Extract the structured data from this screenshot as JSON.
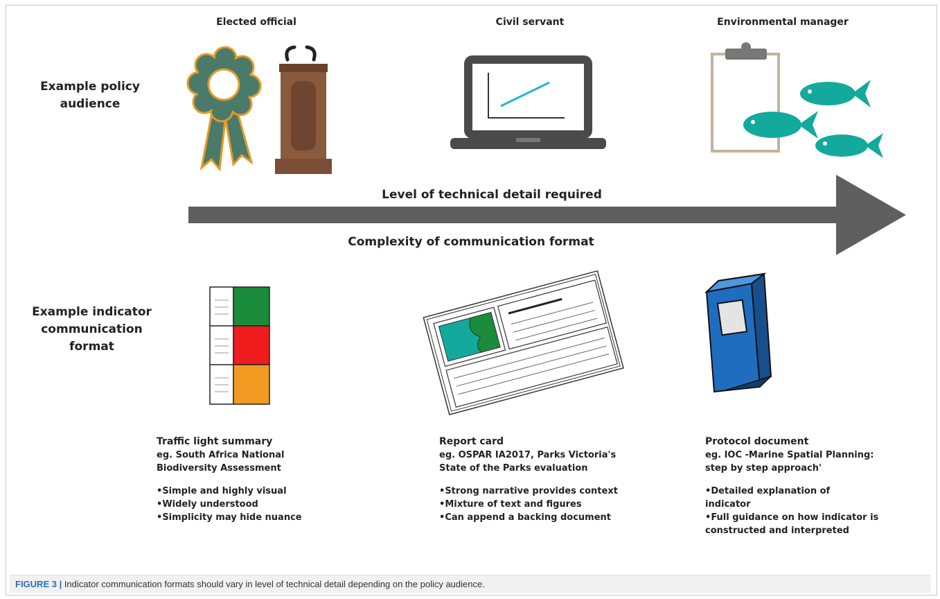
{
  "audiences": [
    {
      "label": "Elected official",
      "icon": "rosette-and-podium-icon"
    },
    {
      "label": "Civil servant",
      "icon": "laptop-chart-icon"
    },
    {
      "label": "Environmental manager",
      "icon": "clipboard-fish-icon"
    }
  ],
  "row_labels": {
    "audience": "Example policy audience",
    "format": "Example indicator communication format"
  },
  "arrow": {
    "top_label": "Level of technical detail required",
    "bottom_label": "Complexity of communication format"
  },
  "formats": [
    {
      "title": "Traffic light summary",
      "example": "eg. South Africa National\nBiodiversity Assessment",
      "points": [
        "Simple and highly visual",
        "Widely understood",
        "Simplicity may hide nuance"
      ],
      "icon": "traffic-light-table-icon"
    },
    {
      "title": "Report card",
      "example": "eg. OSPAR IA2017, Parks Victoria's\nState of the Parks evaluation",
      "points": [
        "Strong narrative provides context",
        "Mixture of text and figures",
        "Can append a backing document"
      ],
      "icon": "report-card-icon"
    },
    {
      "title": "Protocol document",
      "example": "eg. IOC -Marine Spatial Planning:\nstep by step approach'",
      "points": [
        "Detailed explanation of\nindicator",
        "Full guidance on how indicator is\nconstructed and interpreted"
      ],
      "icon": "binder-icon"
    }
  ],
  "caption": {
    "figure_label": "FIGURE 3 |",
    "text": " Indicator communication formats should vary in level of technical detail depending on the policy audience."
  },
  "colors": {
    "arrow": "#5f5f5f",
    "green": "#1a8c3c",
    "red": "#ee1c1c",
    "orange": "#f39a22",
    "teal": "#13a99d",
    "rosette": "#4a7a6a",
    "rosette_outline": "#e79a2a",
    "podium": "#7a4e34",
    "binder": "#1f6dbf"
  }
}
